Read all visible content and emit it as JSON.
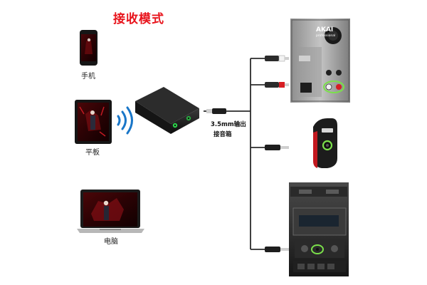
{
  "title": "接收模式",
  "sources": [
    {
      "label": "手机",
      "icon": "phone-icon"
    },
    {
      "label": "平板",
      "icon": "tablet-icon"
    },
    {
      "label": "电脑",
      "icon": "laptop-icon"
    }
  ],
  "receiver": {
    "icon": "bluetooth-receiver-icon",
    "signal_icon": "wireless-signal-icon"
  },
  "output_label": {
    "line1": "3.5mm输出",
    "line2": "接音箱"
  },
  "speaker_brand": {
    "line1": "AKAI",
    "line2": "professional"
  },
  "destinations": [
    {
      "icon": "studio-speaker-icon"
    },
    {
      "icon": "portable-speaker-icon"
    },
    {
      "icon": "car-stereo-icon"
    }
  ],
  "colors": {
    "title": "#e8141c",
    "highlight_ring": "#7be04a",
    "cable": "#2b2b2b"
  }
}
